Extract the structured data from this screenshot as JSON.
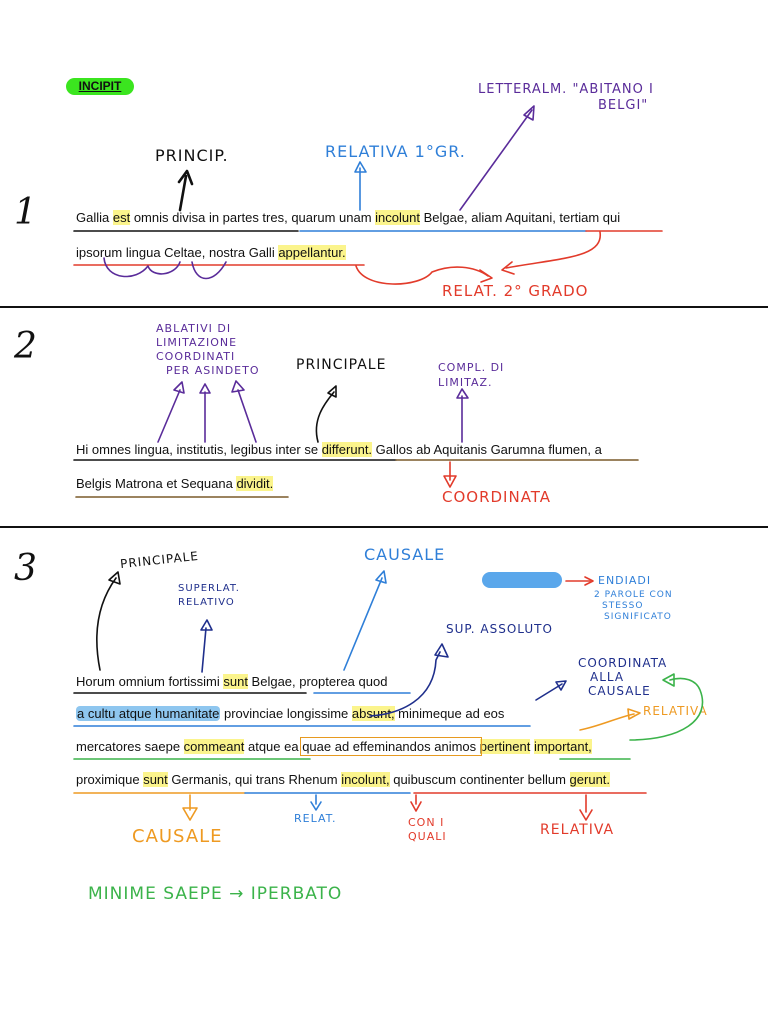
{
  "header": {
    "badge": "INCIPIT"
  },
  "sections": [
    {
      "number": "1",
      "lines": [
        [
          "Gallia ",
          {
            "hl": "est"
          },
          " omnis divisa in partes tres, quarum unam ",
          {
            "hl": "incolunt"
          },
          " Belgae, aliam Aquitani, tertiam qui"
        ],
        [
          "ipsorum lingua Celtae, nostra Galli ",
          {
            "hl": "appellantur."
          }
        ]
      ],
      "notes": {
        "princip": "PRINCIP.",
        "relativa": "RELATIVA 1°GR.",
        "letteralm_1": "LETTERALM. \"ABITANO I",
        "letteralm_2": "BELGI\"",
        "relat2": "RELAT. 2° GRADO"
      }
    },
    {
      "number": "2",
      "lines": [
        [
          "Hi omnes lingua, institutis, legibus inter se ",
          {
            "hl": "differunt."
          },
          " Gallos ab Aquitanis Garumna flumen, a"
        ],
        [
          "Belgis Matrona et Sequana ",
          {
            "hl": "dividit."
          }
        ]
      ],
      "notes": {
        "ablativi": [
          "ABLATIVI DI",
          "LIMITAZIONE",
          "COORDINATI",
          "PER ASINDETO"
        ],
        "principale": "PRINCIPALE",
        "compl": [
          "COMPL. DI",
          "LIMITAZ."
        ],
        "coordinata": "COORDINATA"
      }
    },
    {
      "number": "3",
      "lines": [
        [
          "Horum omnium fortissimi ",
          {
            "hl": "sunt"
          },
          " Belgae, propterea quod"
        ],
        [
          {
            "hlb": "a cultu atque humanitate"
          },
          " provinciae longissime ",
          {
            "hl": "absunt,"
          },
          " minimeque ad eos"
        ],
        [
          "mercatores saepe ",
          {
            "hl": "commeant"
          },
          " atque ea ",
          {
            "box": "quae ad effeminandos animos "
          },
          {
            "hl": "pertinent"
          },
          " ",
          {
            "hl": "important,"
          }
        ],
        [
          "proximique ",
          {
            "hl": "sunt"
          },
          " Germanis, qui trans Rhenum ",
          {
            "hl": "incolunt,"
          },
          " quibuscum continenter bellum ",
          {
            "hl": "gerunt."
          }
        ]
      ],
      "notes": {
        "principale": "PRINCIPALE",
        "superlat": [
          "SUPERLAT.",
          "RELATIVO"
        ],
        "causale_top": "CAUSALE",
        "sup_assoluto": "SUP. ASSOLUTO",
        "endiadi": "ENDIADI",
        "endiadi_def": [
          "2 PAROLE CON",
          "STESSO",
          "SIGNIFICATO"
        ],
        "coordinata": [
          "COORDINATA",
          "ALLA",
          "CAUSALE"
        ],
        "relativa_right": "RELATIVA",
        "causale_bottom": "CAUSALE",
        "relat": "RELAT.",
        "con_i_quali": [
          "CON I",
          "QUALI"
        ],
        "relativa_bottom": "RELATIVA",
        "minime": "MINIME SAEPE → IPERBATO"
      }
    }
  ],
  "colors": {
    "highlight": "#fbf48c",
    "blue": "#2f7fd8",
    "purple": "#5a2c9a",
    "red": "#e23b2b",
    "orange": "#ee9a22",
    "green": "#3bb34a",
    "navy": "#1f2f8c",
    "brown": "#7a5a2a"
  }
}
